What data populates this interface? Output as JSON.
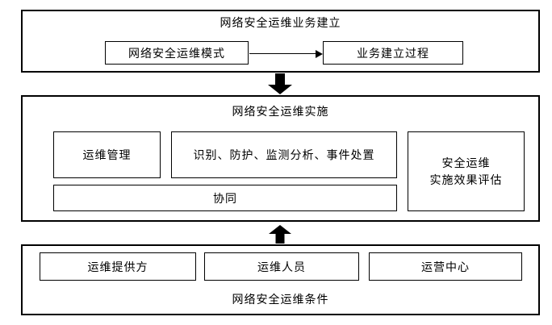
{
  "colors": {
    "background": "#ffffff",
    "border": "#000000",
    "text": "#000000",
    "arrow": "#000000"
  },
  "business": {
    "title": "网络安全运维业务建立",
    "mode_label": "网络安全运维模式",
    "process_label": "业务建立过程"
  },
  "implementation": {
    "title": "网络安全运维实施",
    "management_label": "运维管理",
    "identify_label": "识别、防护、监测分析、事件处置",
    "collaboration_label": "协同",
    "evaluation_line1": "安全运维",
    "evaluation_line2": "实施效果评估"
  },
  "conditions": {
    "title": "网络安全运维条件",
    "provider_label": "运维提供方",
    "personnel_label": "运维人员",
    "center_label": "运营中心"
  }
}
